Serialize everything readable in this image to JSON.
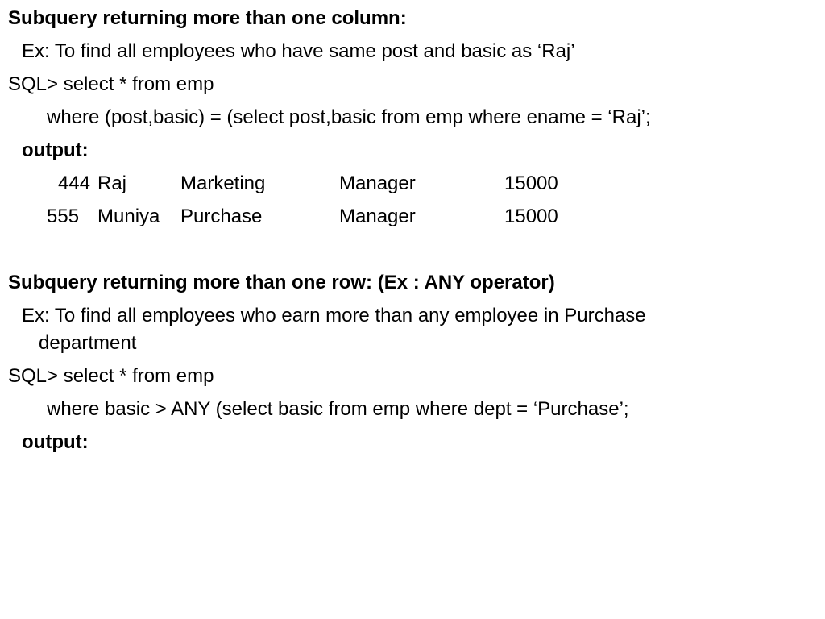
{
  "section1": {
    "heading": "Subquery returning more than one column:",
    "example": "Ex: To find all employees who have same post and basic as ‘Raj’",
    "sql_line1": "SQL> select * from emp",
    "sql_line2": "where (post,basic) = (select post,basic from emp where ename = ‘Raj’;",
    "output_label": "output:",
    "rows": [
      {
        "id": "444",
        "name": "Raj",
        "dept": "Marketing",
        "post": "Manager",
        "basic": "15000"
      },
      {
        "id": "555",
        "name": "Muniya",
        "dept": "Purchase",
        "post": "Manager",
        "basic": "15000"
      }
    ]
  },
  "section2": {
    "heading": "Subquery returning more than one row: (Ex : ANY operator)",
    "example_line1": "Ex: To find all employees who earn more than any employee in Purchase",
    "example_line2": "department",
    "sql_line1": "SQL> select * from emp",
    "sql_line2": "where basic > ANY (select basic from emp where dept = ‘Purchase’;",
    "output_label": "output:"
  }
}
